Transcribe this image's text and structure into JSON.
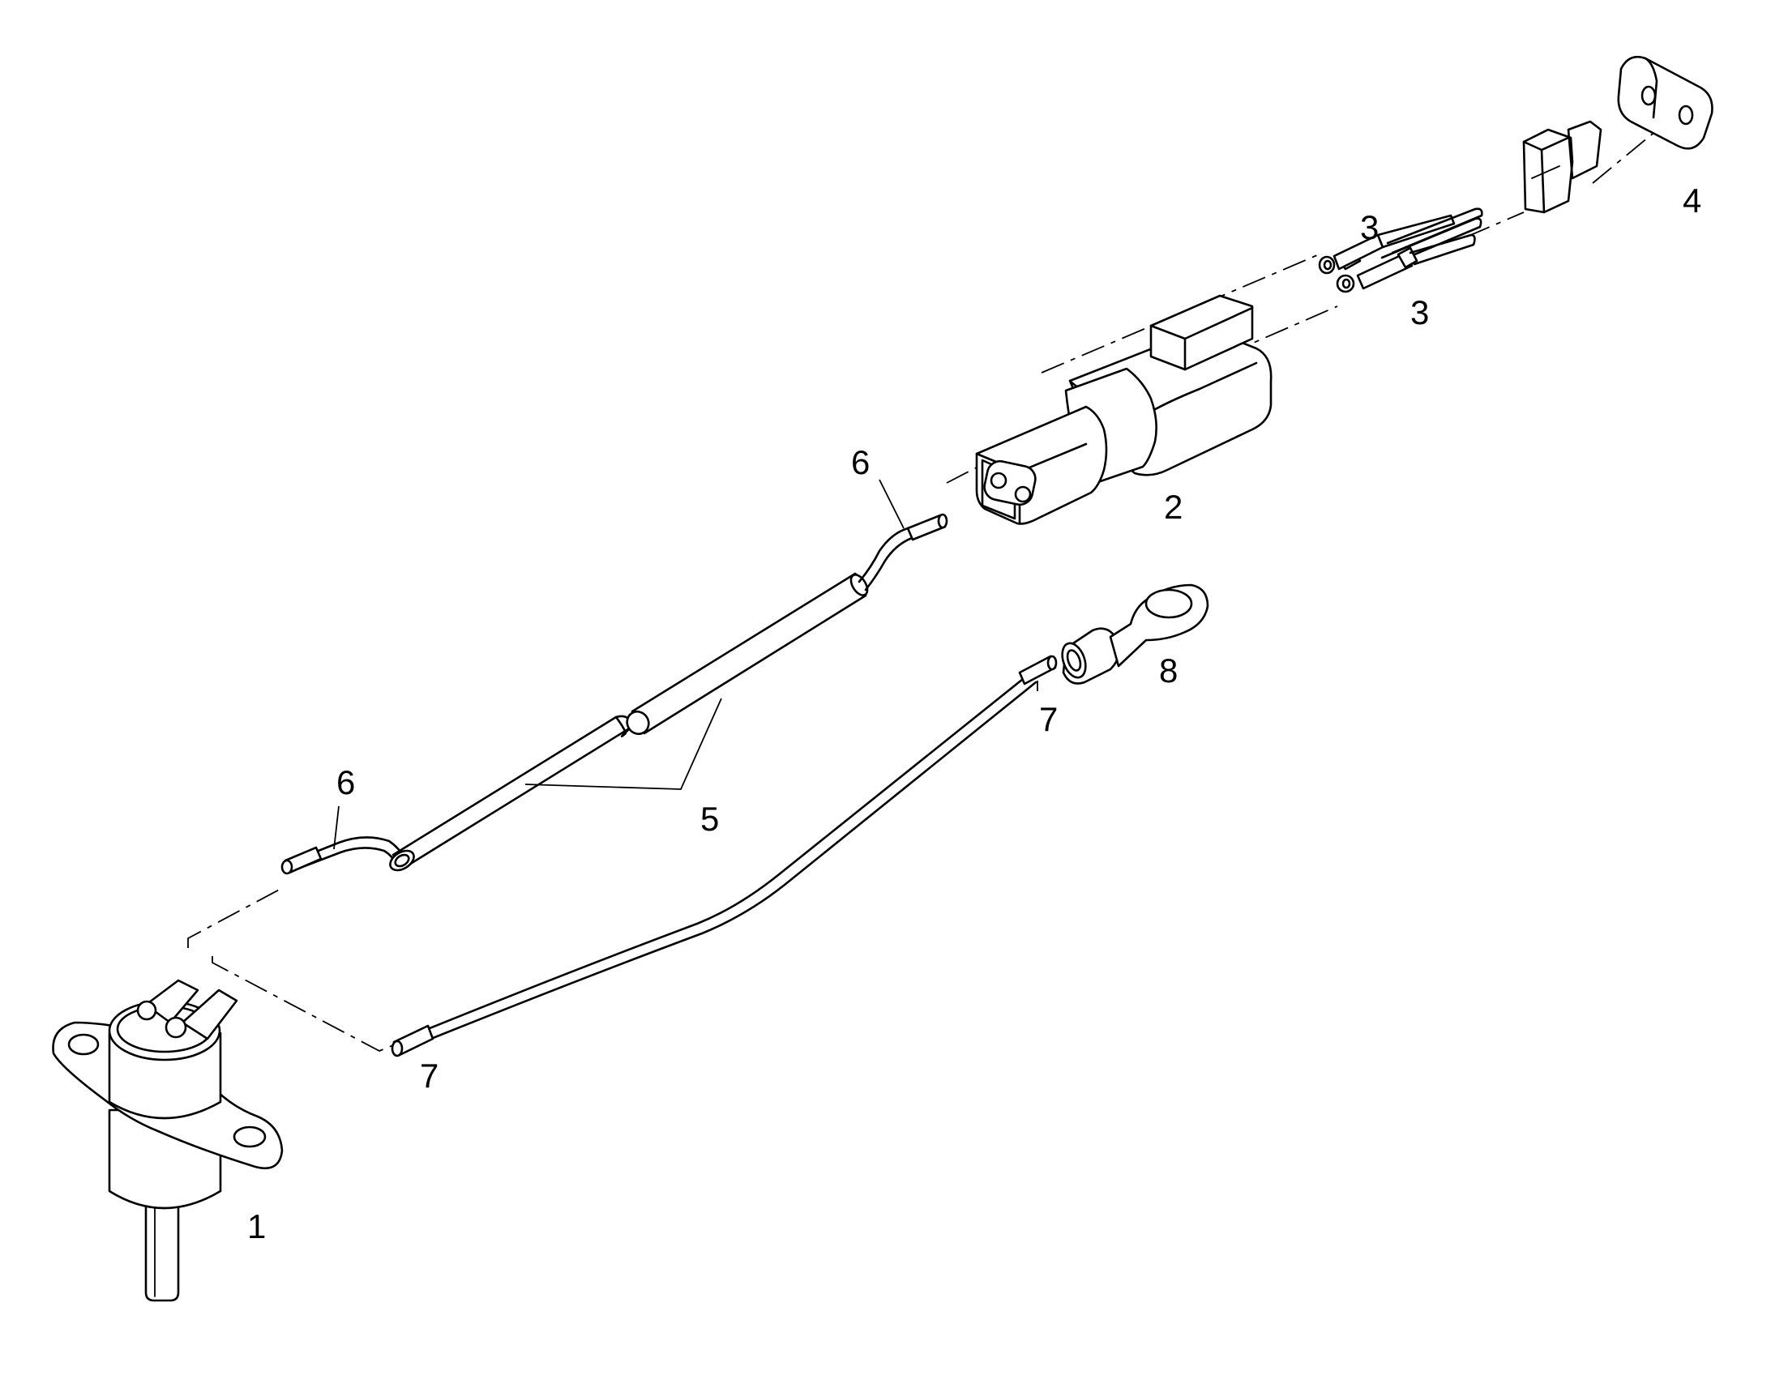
{
  "callouts": [
    {
      "id": "c1",
      "text": "1"
    },
    {
      "id": "c2",
      "text": "2"
    },
    {
      "id": "c3a",
      "text": "3"
    },
    {
      "id": "c3b",
      "text": "3"
    },
    {
      "id": "c4",
      "text": "4"
    },
    {
      "id": "c5",
      "text": "5"
    },
    {
      "id": "c6a",
      "text": "6"
    },
    {
      "id": "c6b",
      "text": "6"
    },
    {
      "id": "c7a",
      "text": "7"
    },
    {
      "id": "c7b",
      "text": "7"
    },
    {
      "id": "c8",
      "text": "8"
    }
  ],
  "colors": {
    "ink": "#000000",
    "paper": "#ffffff"
  }
}
